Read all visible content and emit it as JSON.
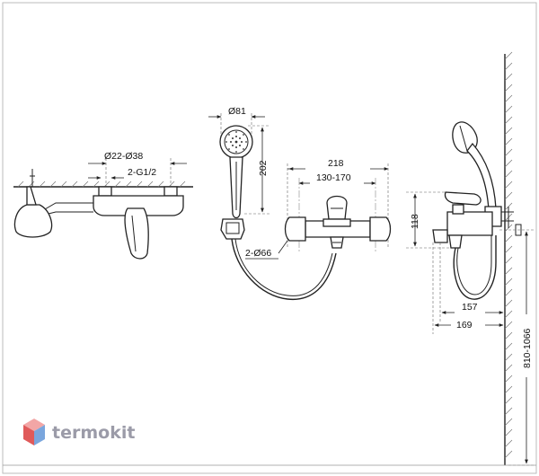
{
  "labels": {
    "pipe_diameter": "Ø22-Ø38",
    "thread": "2-G1/2",
    "head_diameter": "Ø81",
    "handset_length": "202",
    "body_width": "218",
    "center_distance": "130-170",
    "flange_diameter": "2-Ø66",
    "body_height": "118",
    "depth_small": "157",
    "depth_large": "169",
    "mount_height": "810-1066"
  },
  "brand": {
    "name": "termokit",
    "colors": {
      "top": "#f2a6a6",
      "left": "#e05a5a",
      "right": "#7aa6dd"
    }
  },
  "colors": {
    "line": "#222222",
    "background": "#ffffff",
    "frame": "#bbbbbb"
  }
}
